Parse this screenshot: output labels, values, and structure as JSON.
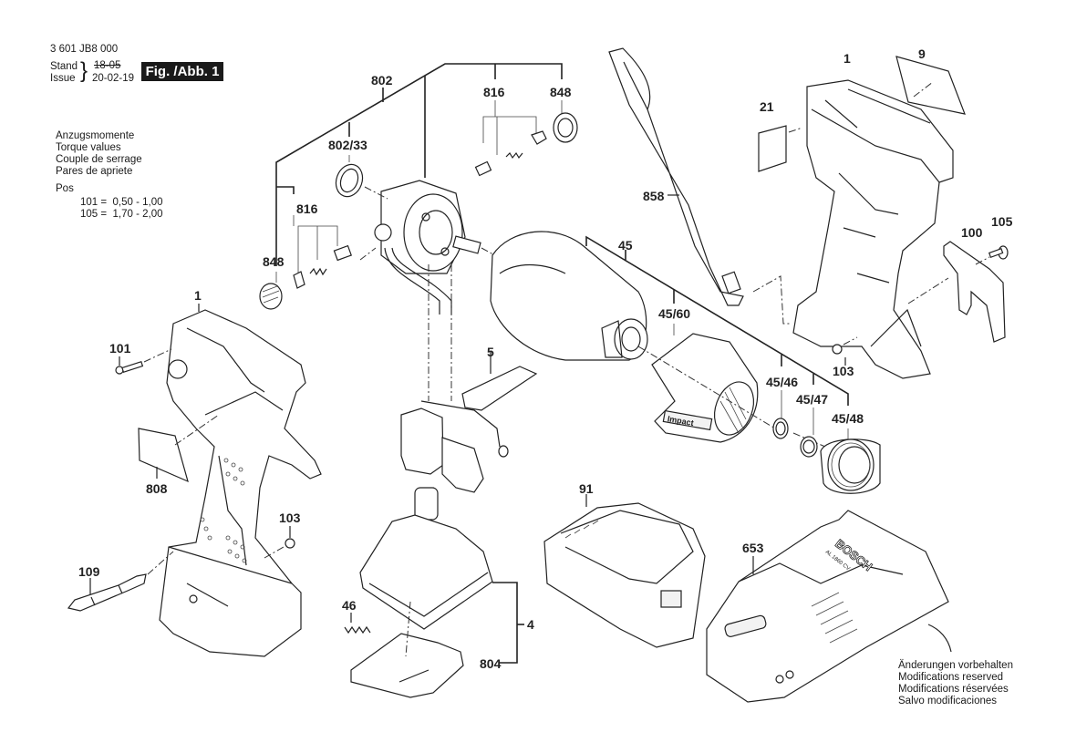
{
  "header": {
    "part_number": "3 601 JB8 000",
    "stand_label": "Stand",
    "issue_label": "Issue",
    "old_date": "18-05",
    "issue_date": "20-02-19",
    "figure_label": "Fig. /Abb. 1"
  },
  "torque": {
    "lines": [
      "Anzugsmomente",
      "Torque values",
      "Couple de serrage",
      "Pares de apriete"
    ],
    "pos_label": "Pos",
    "values": [
      {
        "pos": "101",
        "range": "0,50 - 1,00"
      },
      {
        "pos": "105",
        "range": "1,70 - 2,00"
      }
    ]
  },
  "footer": {
    "lines": [
      "Änderungen vorbehalten",
      "Modifications reserved",
      "Modifications réservées",
      "Salvo modificaciones"
    ]
  },
  "parts": {
    "p802": "802",
    "p816_top": "816",
    "p848_top": "848",
    "p802_33": "802/33",
    "p816_left": "816",
    "p848_left": "848",
    "p858": "858",
    "p1_right": "1",
    "p9": "9",
    "p21": "21",
    "p100": "100",
    "p105": "105",
    "p45": "45",
    "p45_60": "45/60",
    "p103_right": "103",
    "p45_46": "45/46",
    "p45_47": "45/47",
    "p45_48": "45/48",
    "p1_left": "1",
    "p101": "101",
    "p5": "5",
    "p808": "808",
    "p103_left": "103",
    "p109": "109",
    "p91": "91",
    "p653": "653",
    "p46": "46",
    "p4": "4",
    "p804": "804"
  },
  "product_marks": {
    "brand": "BOSCH",
    "impact": "Impact",
    "charger_model": "AL 1860 CV"
  }
}
